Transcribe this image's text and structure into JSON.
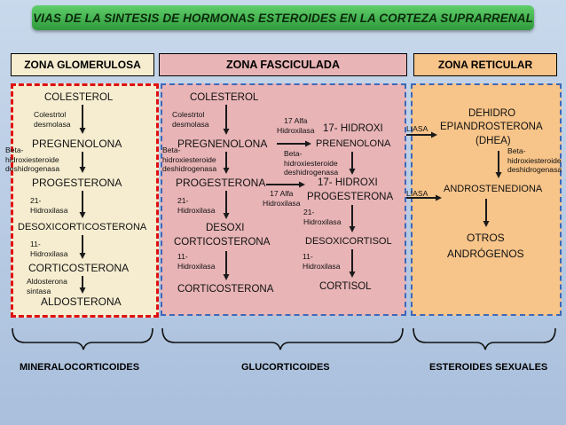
{
  "title": "VIAS DE LA SINTESIS DE HORMONAS ESTEROIDES EN LA CORTEZA SUPRARRENAL",
  "colors": {
    "glomerulosa": "#f6edd0",
    "fasciculada": "#e8b4b6",
    "reticular": "#f7c489",
    "banner": "#3cae49",
    "arrow": "#1a1a1a"
  },
  "zones": {
    "glomerulosa": {
      "header": "ZONA GLOMERULOSA",
      "steps": [
        "COLESTEROL",
        "PREGNENOLONA",
        "PROGESTERONA",
        "DESOXICORTICOSTERONA",
        "CORTICOSTERONA",
        "ALDOSTERONA"
      ],
      "enzymes": {
        "e1": [
          "Colestrtol",
          "desmolasa"
        ],
        "e2": [
          "Beta-",
          "hidroxiesteroide",
          "deshidrogenasa"
        ],
        "e3": [
          "21-",
          "Hidroxilasa"
        ],
        "e4": [
          "11-",
          "Hidroxilasa"
        ],
        "e5": [
          "Aldosterona",
          "sintasa"
        ]
      },
      "footer": "MINERALOCORTICOIDES"
    },
    "fasciculada": {
      "header": "ZONA FASCICULADA",
      "steps": [
        "COLESTEROL",
        "PREGNENOLONA",
        "PROGESTERONA",
        "DESOXI",
        "CORTICOSTERONA",
        "CORTICOSTERONA",
        "17- HIDROXI",
        "PRENENOLONA",
        "17- HIDROXI",
        "PROGESTERONA",
        "DESOXICORTISOL",
        "CORTISOL"
      ],
      "enzymes": {
        "e1": [
          "Colestrtol",
          "desmolasa"
        ],
        "e2": [
          "Beta-",
          "hidroxiesteroide",
          "deshidrogenasa"
        ],
        "e3": [
          "21-",
          "Hidroxilasa"
        ],
        "e4": [
          "11-",
          "Hidroxilasa"
        ],
        "e5": [
          "17 Alfa",
          "Hidroxilasa"
        ],
        "e6": [
          "Beta-",
          "hidroxiesteroide",
          "deshidrogenasa"
        ],
        "e7": [
          "17 Alfa",
          "Hidroxilasa"
        ],
        "e8": [
          "21-",
          "Hidroxilasa"
        ],
        "e9": [
          "11-",
          "Hidroxilasa"
        ]
      },
      "footer": "GLUCORTICOIDES"
    },
    "reticular": {
      "header": "ZONA RETICULAR",
      "steps": [
        "DEHIDRO",
        "EPIANDROSTERONA",
        "(DHEA)",
        "ANDROSTENEDIONA",
        "OTROS",
        "ANDRÓGENOS"
      ],
      "enzymes": {
        "liasa1": "LIASA",
        "liasa2": "LIASA",
        "e1": [
          "Beta-",
          "hidroxiesteroide",
          "deshidrogenasa"
        ]
      },
      "footer": "ESTEROIDES SEXUALES"
    }
  }
}
